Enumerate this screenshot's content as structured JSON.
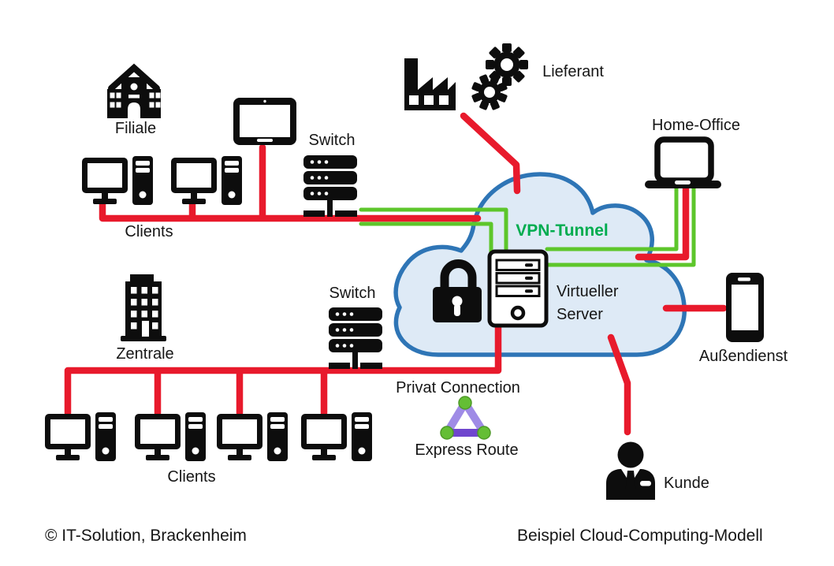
{
  "labels": {
    "filiale": "Filiale",
    "switch_top": "Switch",
    "clients_top": "Clients",
    "lieferant": "Lieferant",
    "home_office": "Home-Office",
    "vpn_tunnel": "VPN-Tunnel",
    "virtueller_server": "Virtueller Server",
    "zentrale": "Zentrale",
    "switch_bottom": "Switch",
    "privat_connection": "Privat Connection",
    "express_route": "Express Route",
    "clients_bottom": "Clients",
    "aussendienst": "Außendienst",
    "kunde": "Kunde"
  },
  "footer": {
    "copyright": "© IT-Solution, Brackenheim",
    "caption": "Beispiel Cloud-Computing-Modell"
  },
  "icons": {
    "filiale": "school-building-icon",
    "zentrale": "office-building-icon",
    "clients": "desktop-pc-icon",
    "tablet": "tablet-icon",
    "switch": "network-switch-icon",
    "lieferant_factory": "factory-icon",
    "lieferant_gears": "gears-icon",
    "home_office": "laptop-icon",
    "aussendienst": "smartphone-icon",
    "kunde": "businessman-icon",
    "security": "padlock-icon",
    "server": "server-tower-icon",
    "express_route": "express-route-triangle-icon",
    "cloud": "cloud-shape"
  },
  "colors": {
    "red": "#E81A2C",
    "green_line": "#5DC62B",
    "green_text": "#00AC4F",
    "cloud_fill": "#DEEAF6",
    "cloud_stroke": "#2E75B6",
    "purple_light": "#9F8BE6",
    "purple_dark": "#6F46CE",
    "express_green": "#64BE35",
    "ink": "#0d0d0d"
  }
}
